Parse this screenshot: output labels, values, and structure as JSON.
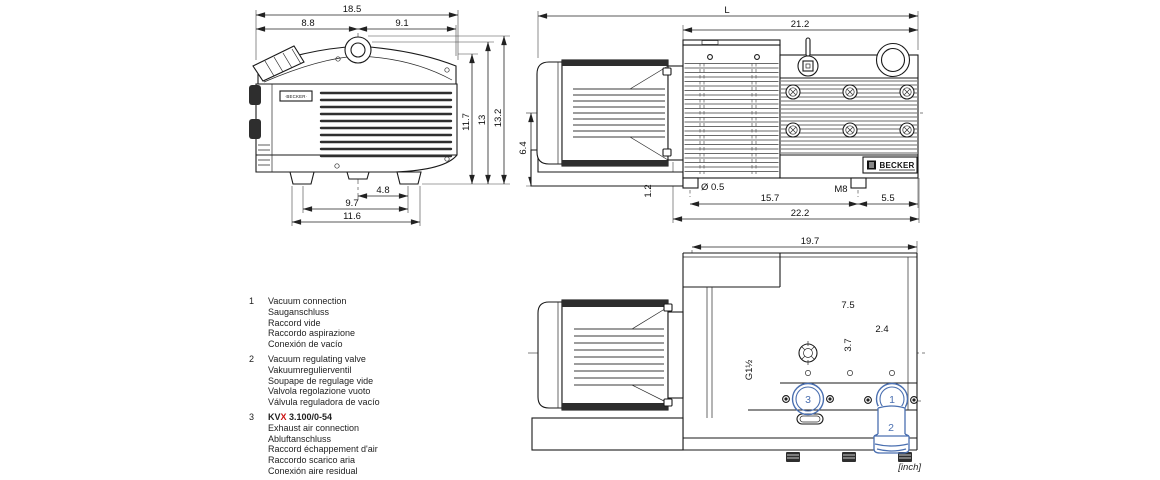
{
  "colors": {
    "line": "#1a1a1a",
    "accent_blue": "#4a6fb0",
    "accent_red": "#cc1111"
  },
  "brand": {
    "name": "BECKER",
    "small_label": "·BECKER·"
  },
  "units_note": "[inch]",
  "front_view": {
    "dims": {
      "total_width": "18.5",
      "width_left": "8.8",
      "width_right": "9.1",
      "height_body": "11.7",
      "height_mid": "13",
      "height_total": "13.2",
      "foot_inner": "4.8",
      "foot_mid": "9.7",
      "foot_outer": "11.6"
    }
  },
  "side_view": {
    "dims": {
      "total_length": "L",
      "pump_length": "21.2",
      "axis_height": "6.4",
      "base_height": "1.2",
      "hole_diameter": "Ø 0.5",
      "foot_spacing": "15.7",
      "foot_thread": "M8",
      "rear_offset": "5.5",
      "base_length": "22.2"
    }
  },
  "rear_view": {
    "dims": {
      "body_width": "19.7",
      "port_spacing": "7.5",
      "edge_offset": "2.4",
      "port_offset": "3.7",
      "port_thread": "G1½"
    },
    "callouts": {
      "vacuum_connection": "1",
      "regulating_valve": "2",
      "exhaust_connection": "3"
    }
  },
  "legend": {
    "items": [
      {
        "num": "1",
        "lines": [
          "Vacuum connection",
          "Sauganschluss",
          "Raccord vide",
          "Raccordo aspirazione",
          "Conexión de vacío"
        ]
      },
      {
        "num": "2",
        "lines": [
          "Vacuum regulating valve",
          "Vakuumregulierventil",
          "Soupape de regulage vide",
          "Valvola regolazione vuoto",
          "Válvula reguladora de vacío"
        ]
      },
      {
        "num": "3",
        "model_prefix": "KV",
        "model_highlight": "X",
        "model_suffix": " 3.100/0-54",
        "lines": [
          "Exhaust air connection",
          "Abluftanschluss",
          "Raccord échappement d'air",
          "Raccordo scarico aria",
          "Conexión aire residual"
        ]
      }
    ]
  }
}
